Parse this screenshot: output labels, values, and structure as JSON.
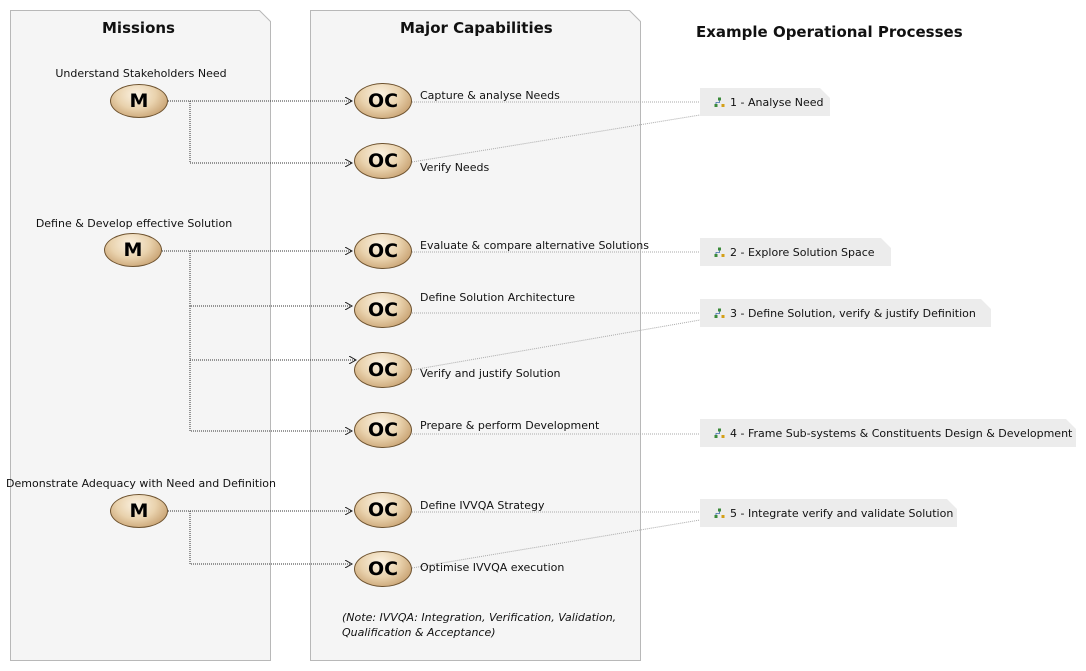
{
  "headings": {
    "missions": "Missions",
    "capabilities": "Major Capabilities",
    "processes": "Example Operational Processes"
  },
  "missions": [
    {
      "label": "Understand Stakeholders Need",
      "symbol": "M"
    },
    {
      "label": "Define & Develop effective Solution",
      "symbol": "M"
    },
    {
      "label": "Demonstrate Adequacy with Need and Definition",
      "symbol": "M"
    }
  ],
  "capabilities": [
    {
      "label": "Capture & analyse Needs",
      "symbol": "OC"
    },
    {
      "label": "Verify Needs",
      "symbol": "OC"
    },
    {
      "label": "Evaluate & compare alternative Solutions",
      "symbol": "OC"
    },
    {
      "label": "Define Solution Architecture",
      "symbol": "OC"
    },
    {
      "label": "Verify and justify Solution",
      "symbol": "OC"
    },
    {
      "label": "Prepare & perform Development",
      "symbol": "OC"
    },
    {
      "label": "Define IVVQA Strategy",
      "symbol": "OC"
    },
    {
      "label": "Optimise IVVQA execution",
      "symbol": "OC"
    }
  ],
  "processes": [
    {
      "label": "1 - Analyse Need",
      "icon": "process-icon"
    },
    {
      "label": "2 - Explore Solution Space",
      "icon": "process-icon"
    },
    {
      "label": "3 - Define Solution, verify & justify Definition",
      "icon": "process-icon"
    },
    {
      "label": "4 - Frame Sub-systems & Constituents Design & Development",
      "icon": "process-icon"
    },
    {
      "label": "5 - Integrate verify and validate Solution",
      "icon": "process-icon"
    }
  ],
  "note": {
    "line1": "(Note: IVVQA: Integration, Verification, Validation,",
    "line2": "Qualification & Acceptance)"
  },
  "colors": {
    "node_fill": "#e9d2ad",
    "node_border": "#6e5330",
    "panel_bg": "#f5f5f5",
    "process_bg": "#ececec",
    "icon_green": "#3a8a3a"
  }
}
